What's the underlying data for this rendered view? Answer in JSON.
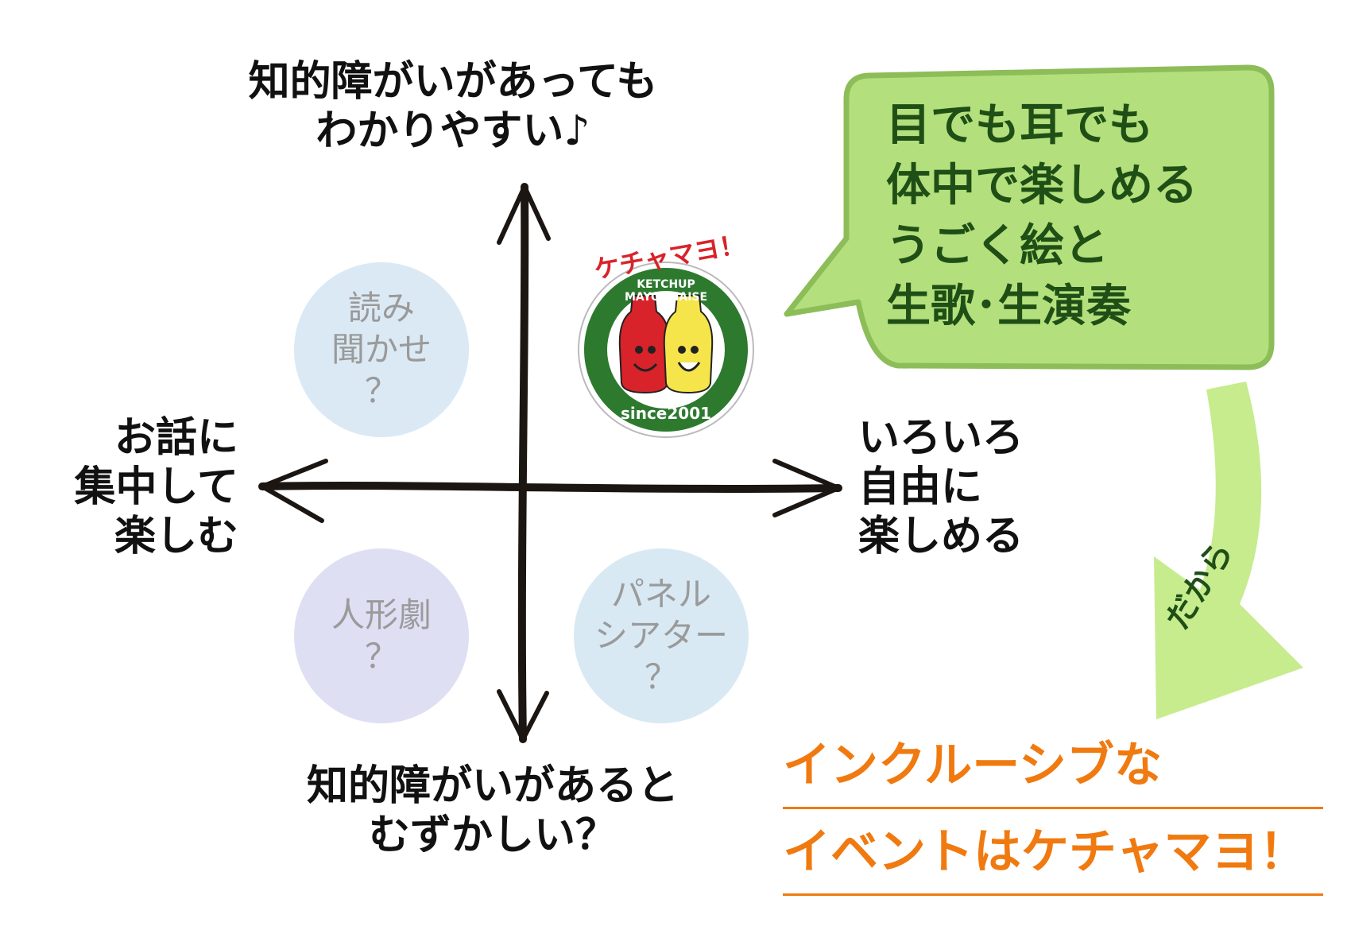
{
  "axes": {
    "top": [
      "知的障がいがあっても",
      "わかりやすい♪"
    ],
    "bottom": [
      "知的障がいがあると",
      "むずかしい？"
    ],
    "left": [
      "お話に",
      "集中して",
      "楽しむ"
    ],
    "right": [
      "いろいろ",
      "自由に",
      "楽しめる"
    ]
  },
  "bubbles": {
    "reading": [
      "読み",
      "聞かせ",
      "？"
    ],
    "puppet": [
      "人形劇",
      "？"
    ],
    "panel": [
      "パネル",
      "シアター",
      "？"
    ]
  },
  "logo": {
    "arc_text": "ケチャマヨ！",
    "ring_text": "KETCHUP MAYONNAISE",
    "bottom_text": "since2001"
  },
  "speech": [
    "目でも耳でも",
    "体中で楽しめる",
    "うごく絵と",
    "生歌･生演奏"
  ],
  "arrow_label": "だから",
  "conclusion": [
    "インクルーシブな",
    "イベントはケチャマヨ！"
  ],
  "colors": {
    "speech_fill": "#b3e07c",
    "speech_border": "#8dbd58",
    "arrow_fill": "#c6ec8e",
    "accent_orange": "#f07a10",
    "ketchup_red": "#d8232a",
    "mayo_yellow": "#f6e54a",
    "logo_green": "#2d7a2f"
  }
}
